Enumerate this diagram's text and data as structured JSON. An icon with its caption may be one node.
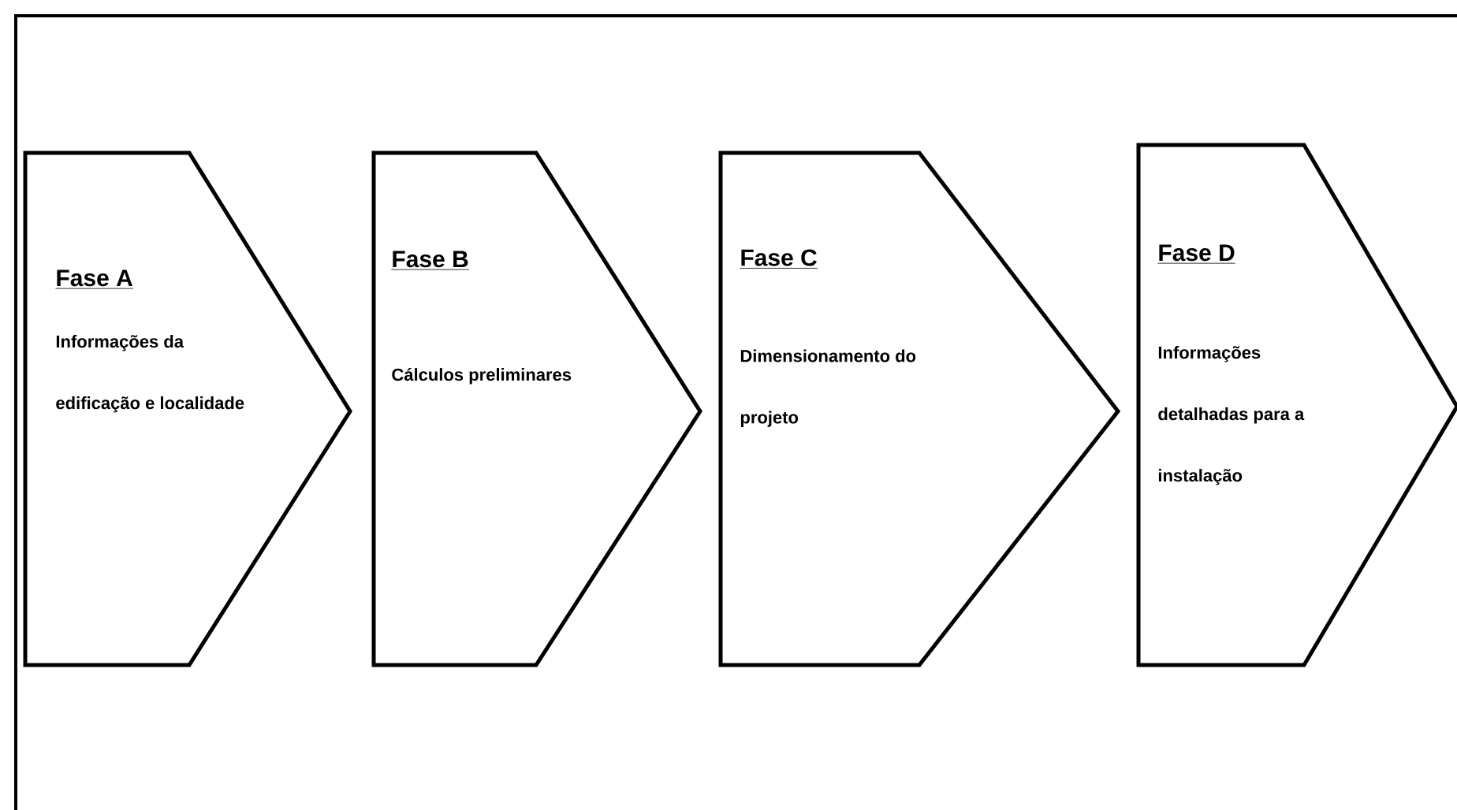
{
  "diagram": {
    "nodes": [
      {
        "text": [
          "Fase A",
          "Informações da edificação e localidade"
        ]
      },
      {
        "text": [
          "Fase B",
          "Cálculos preliminares"
        ]
      },
      {
        "text": [
          "Fase C",
          "Dimensionamento do projeto"
        ]
      },
      {
        "text": [
          "Fase D",
          "Informações detalhadas para a instalação"
        ]
      }
    ]
  }
}
